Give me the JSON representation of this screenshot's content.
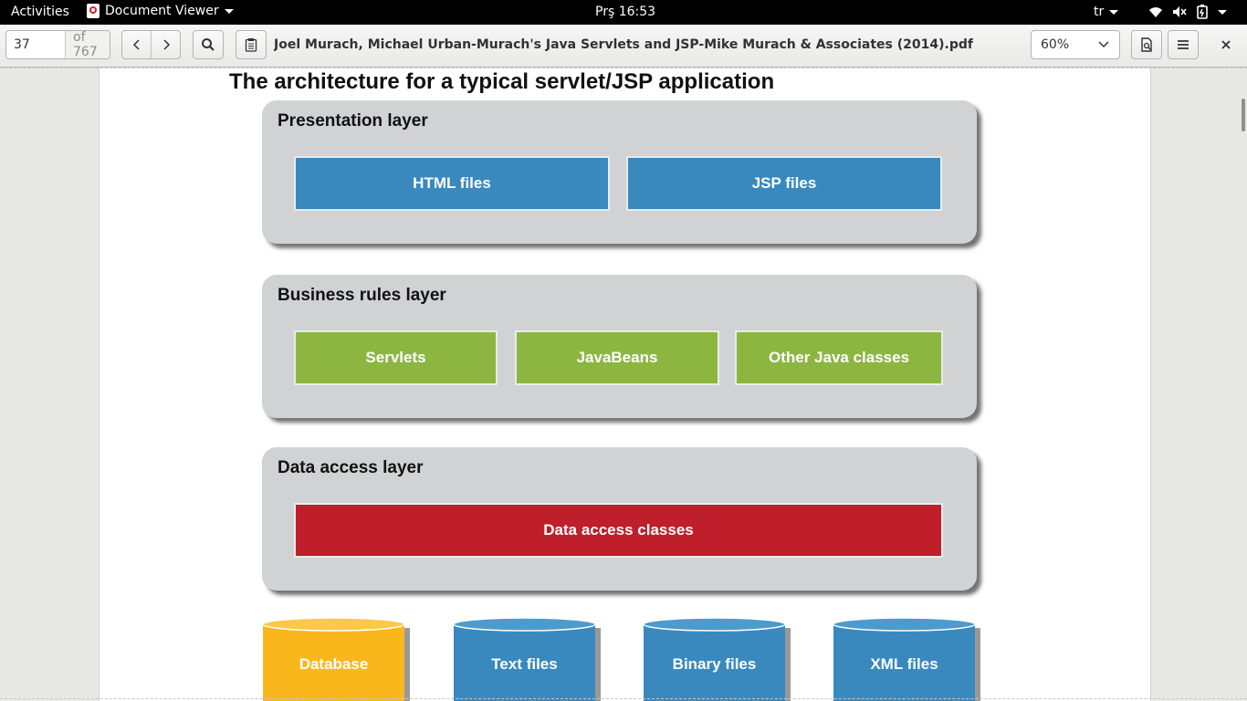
{
  "topbar": {
    "activities": "Activities",
    "app_name": "Document Viewer",
    "clock": "Prş 16:53",
    "language": "tr",
    "icons": [
      "wifi-icon",
      "volume-muted-icon",
      "battery-icon",
      "chevron-down-icon"
    ]
  },
  "toolbar": {
    "page_number": "37",
    "page_total": "of 767",
    "document_title": "Joel Murach, Michael Urban-Murach's Java Servlets and JSP-Mike Murach & Associates (2014).pdf",
    "zoom": "60%",
    "icons": [
      "chevron-left-icon",
      "chevron-right-icon",
      "search-icon",
      "clipboard-icon",
      "page-view-icon",
      "menu-icon",
      "close-icon"
    ]
  },
  "slide": {
    "title": "The architecture for a typical servlet/JSP application",
    "layers": [
      {
        "title": "Presentation layer",
        "components": [
          "HTML files",
          "JSP files"
        ]
      },
      {
        "title": "Business rules layer",
        "components": [
          "Servlets",
          "JavaBeans",
          "Other Java classes"
        ]
      },
      {
        "title": "Data access layer",
        "components": [
          "Data access classes"
        ]
      }
    ],
    "stores": [
      "Database",
      "Text files",
      "Binary files",
      "XML files"
    ]
  },
  "colors": {
    "presentation": "#3989bf",
    "business": "#8db641",
    "data_access": "#bf1e2b",
    "database": "#f9b71b",
    "files": "#3989bf",
    "layer_bg": "#d1d2d3"
  }
}
